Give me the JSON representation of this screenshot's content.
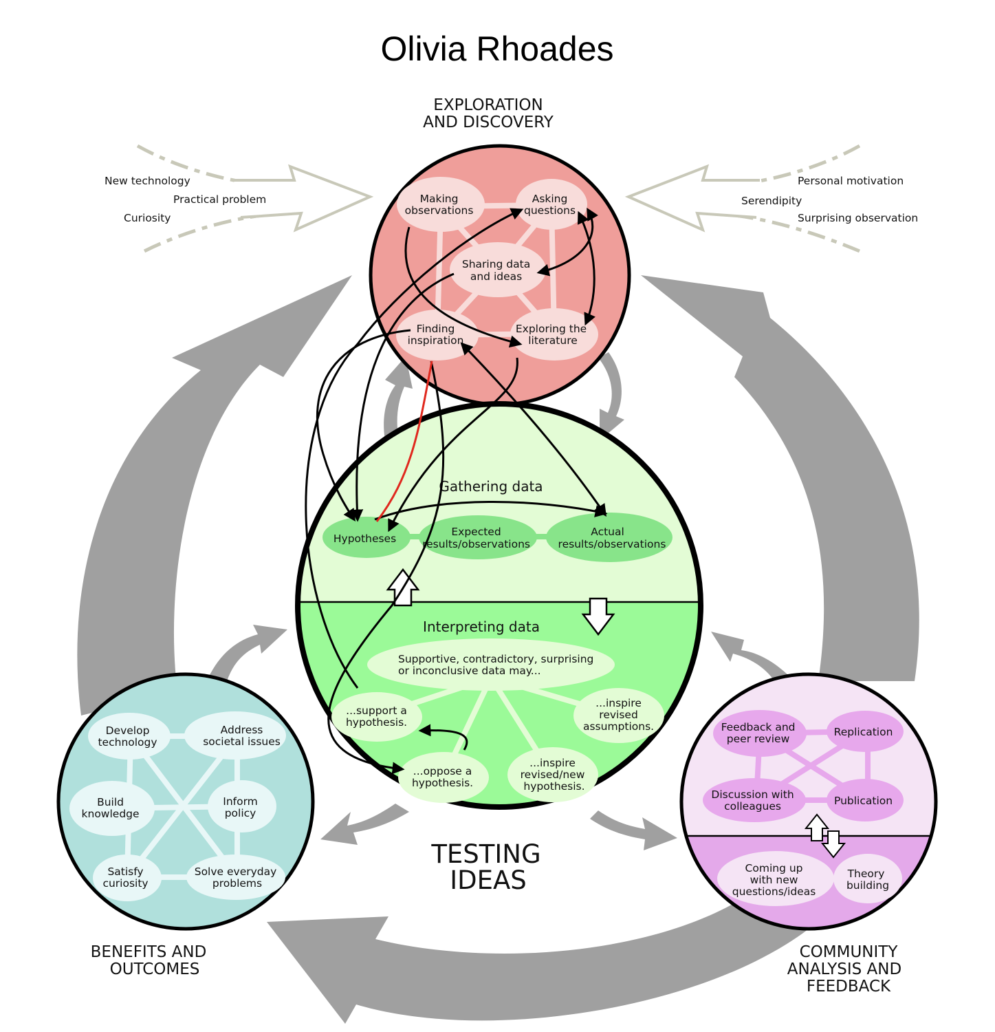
{
  "title": "Olivia Rhoades",
  "sections": {
    "exploration": [
      "EXPLORATION",
      "AND DISCOVERY"
    ],
    "testing": [
      "TESTING",
      "IDEAS"
    ],
    "benefits": [
      "BENEFITS AND",
      "OUTCOMES"
    ],
    "community": [
      "COMMUNITY",
      "ANALYSIS AND",
      "FEEDBACK"
    ]
  },
  "influences_left": [
    "New technology",
    "Practical problem",
    "Curiosity"
  ],
  "influences_right": [
    "Personal motivation",
    "Serendipity",
    "Surprising observation"
  ],
  "exploration_nodes": [
    [
      "Making",
      "observations"
    ],
    [
      "Asking",
      "questions"
    ],
    [
      "Sharing data",
      "and ideas"
    ],
    [
      "Finding",
      "inspiration"
    ],
    [
      "Exploring the",
      "literature"
    ]
  ],
  "testing": {
    "gathering_label": "Gathering data",
    "interpreting_label": "Interpreting data",
    "gathering_nodes": [
      [
        "Hypotheses"
      ],
      [
        "Expected",
        "results/observations"
      ],
      [
        "Actual",
        "results/observations"
      ]
    ],
    "interpreting_summary": [
      "Supportive, contradictory, surprising",
      "or inconclusive data may..."
    ],
    "interpreting_nodes": [
      [
        "...support a",
        "hypothesis."
      ],
      [
        "...inspire",
        "revised",
        "assumptions."
      ],
      [
        "...oppose a",
        "hypothesis."
      ],
      [
        "...inspire",
        "revised/new",
        "hypothesis."
      ]
    ]
  },
  "benefits_nodes": [
    [
      "Develop",
      "technology"
    ],
    [
      "Address",
      "societal issues"
    ],
    [
      "Build",
      "knowledge"
    ],
    [
      "Inform",
      "policy"
    ],
    [
      "Satisfy",
      "curiosity"
    ],
    [
      "Solve everyday",
      "problems"
    ]
  ],
  "community_nodes": [
    [
      "Feedback and",
      "peer review"
    ],
    [
      "Replication"
    ],
    [
      "Discussion with",
      "colleagues"
    ],
    [
      "Publication"
    ],
    [
      "Coming up",
      "with new",
      "questions/ideas"
    ],
    [
      "Theory",
      "building"
    ]
  ],
  "colors": {
    "exploration_fill": "#ef9e9a",
    "exploration_node": "#f8dcda",
    "gathering_fill": "#e3fcd5",
    "interpreting_fill": "#9bfa98",
    "gathering_node": "#88e48a",
    "interpreting_node": "#e3fcd5",
    "benefits_fill": "#b0e0dc",
    "benefits_node": "#e8f7f7",
    "community_top": "#f5e4f5",
    "community_bottom": "#e4a9ea",
    "community_node": "#e7a8ec",
    "flow_arrow": "#a0a0a0",
    "influence_arrow": "#c8c8b8",
    "highlight_link": "#e0281e"
  }
}
